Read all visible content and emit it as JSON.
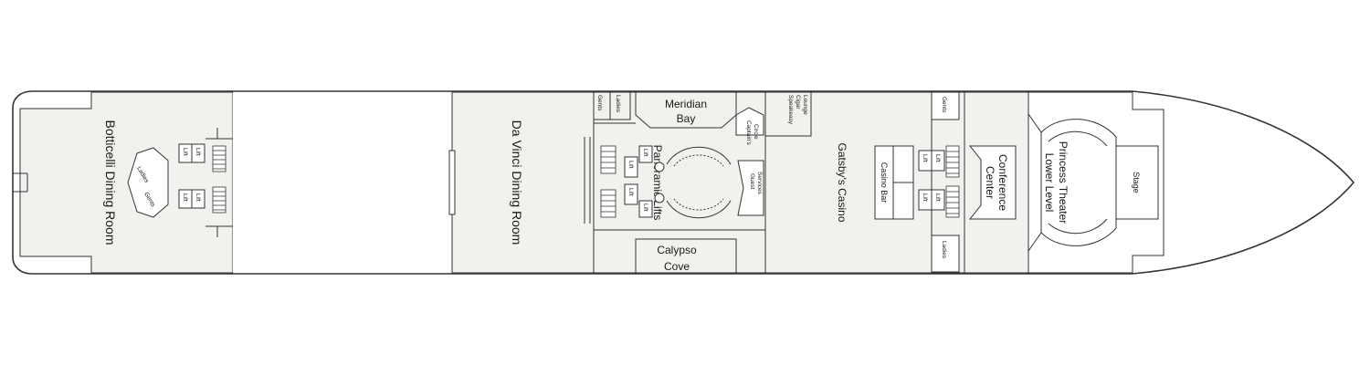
{
  "rooms": {
    "botticelli": "Botticelli Dining Room",
    "davinci": "Da Vinci Dining Room",
    "meridian": [
      "Meridian",
      "Bay"
    ],
    "calypso": [
      "Calypso",
      "Cove"
    ],
    "panoramic": "Panoramic Lifts",
    "guest_services": [
      "Guest",
      "Services"
    ],
    "captains_circle": [
      "Captain's",
      "Circle"
    ],
    "speakeasy": [
      "Speakeasy",
      "Cigar",
      "Lounge"
    ],
    "gatsbys": "Gatsby's Casino",
    "casino_bar": "Casino Bar",
    "conference": [
      "Conference",
      "Center"
    ],
    "theater": [
      "Princess Theater",
      "Lower Level"
    ],
    "stage": "Stage"
  },
  "labels": {
    "lift": "Lift",
    "gents": "Gents",
    "ladies": "Ladies"
  },
  "colors": {
    "room_fill": "#f2f1ee",
    "line": "#333333"
  }
}
